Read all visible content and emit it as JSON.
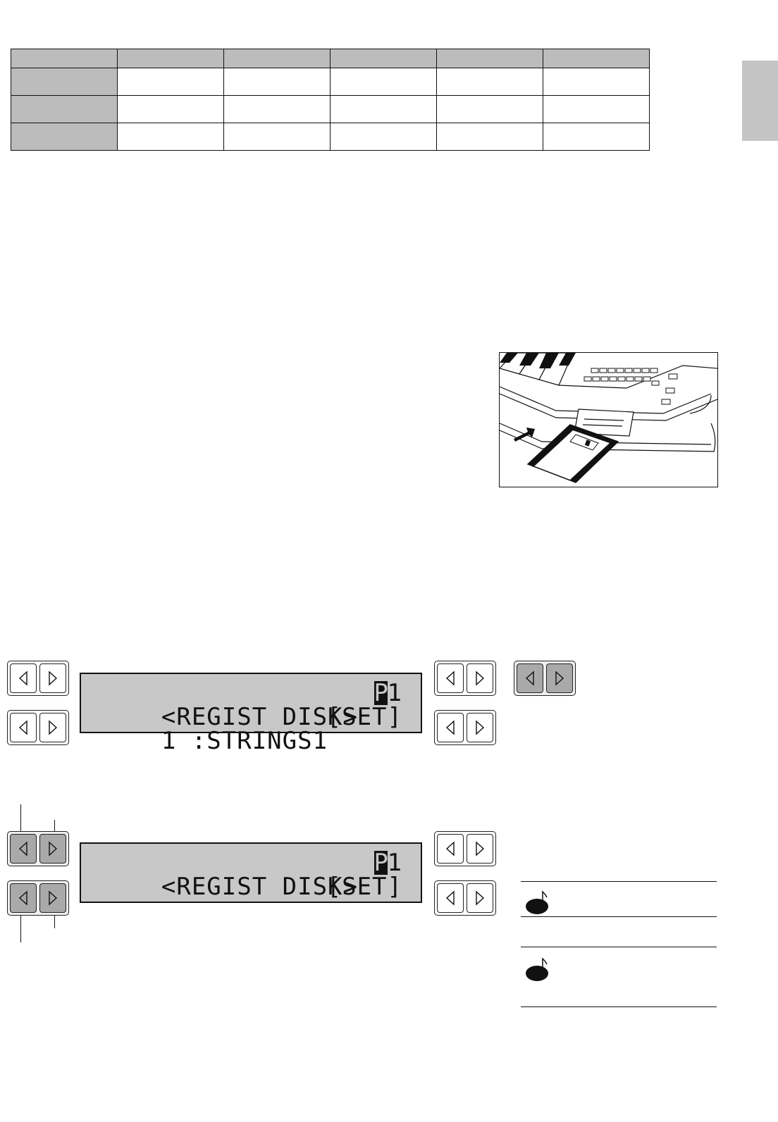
{
  "table": {
    "columns": 6,
    "header_row": [
      "",
      "",
      "",
      "",
      "",
      ""
    ],
    "rows": [
      [
        "",
        "",
        "",
        "",
        "",
        ""
      ],
      [
        "",
        "",
        "",
        "",
        "",
        ""
      ],
      [
        "",
        "",
        "",
        "",
        "",
        ""
      ]
    ]
  },
  "illustration": {
    "subject": "floppy-disk-insertion-into-drive"
  },
  "display1": {
    "line1_left": "<REGIST DISK>",
    "cursor_char": "P",
    "page_digit": "1",
    "line2_left": "1 :STRINGS1",
    "line2_right": "[SET]"
  },
  "display2": {
    "line1_left": "<REGIST DISK>",
    "cursor_char": "P",
    "page_digit": "1",
    "line2_left": "",
    "line2_right": "[SET]"
  },
  "colors": {
    "table_header_fill": "#bcbcbc",
    "lcd_background": "#c8c8c8",
    "pressed_button_fill": "#a9a9a9"
  },
  "icons": [
    "left-arrow-icon",
    "right-arrow-icon",
    "note-icon",
    "floppy-disk-icon"
  ]
}
